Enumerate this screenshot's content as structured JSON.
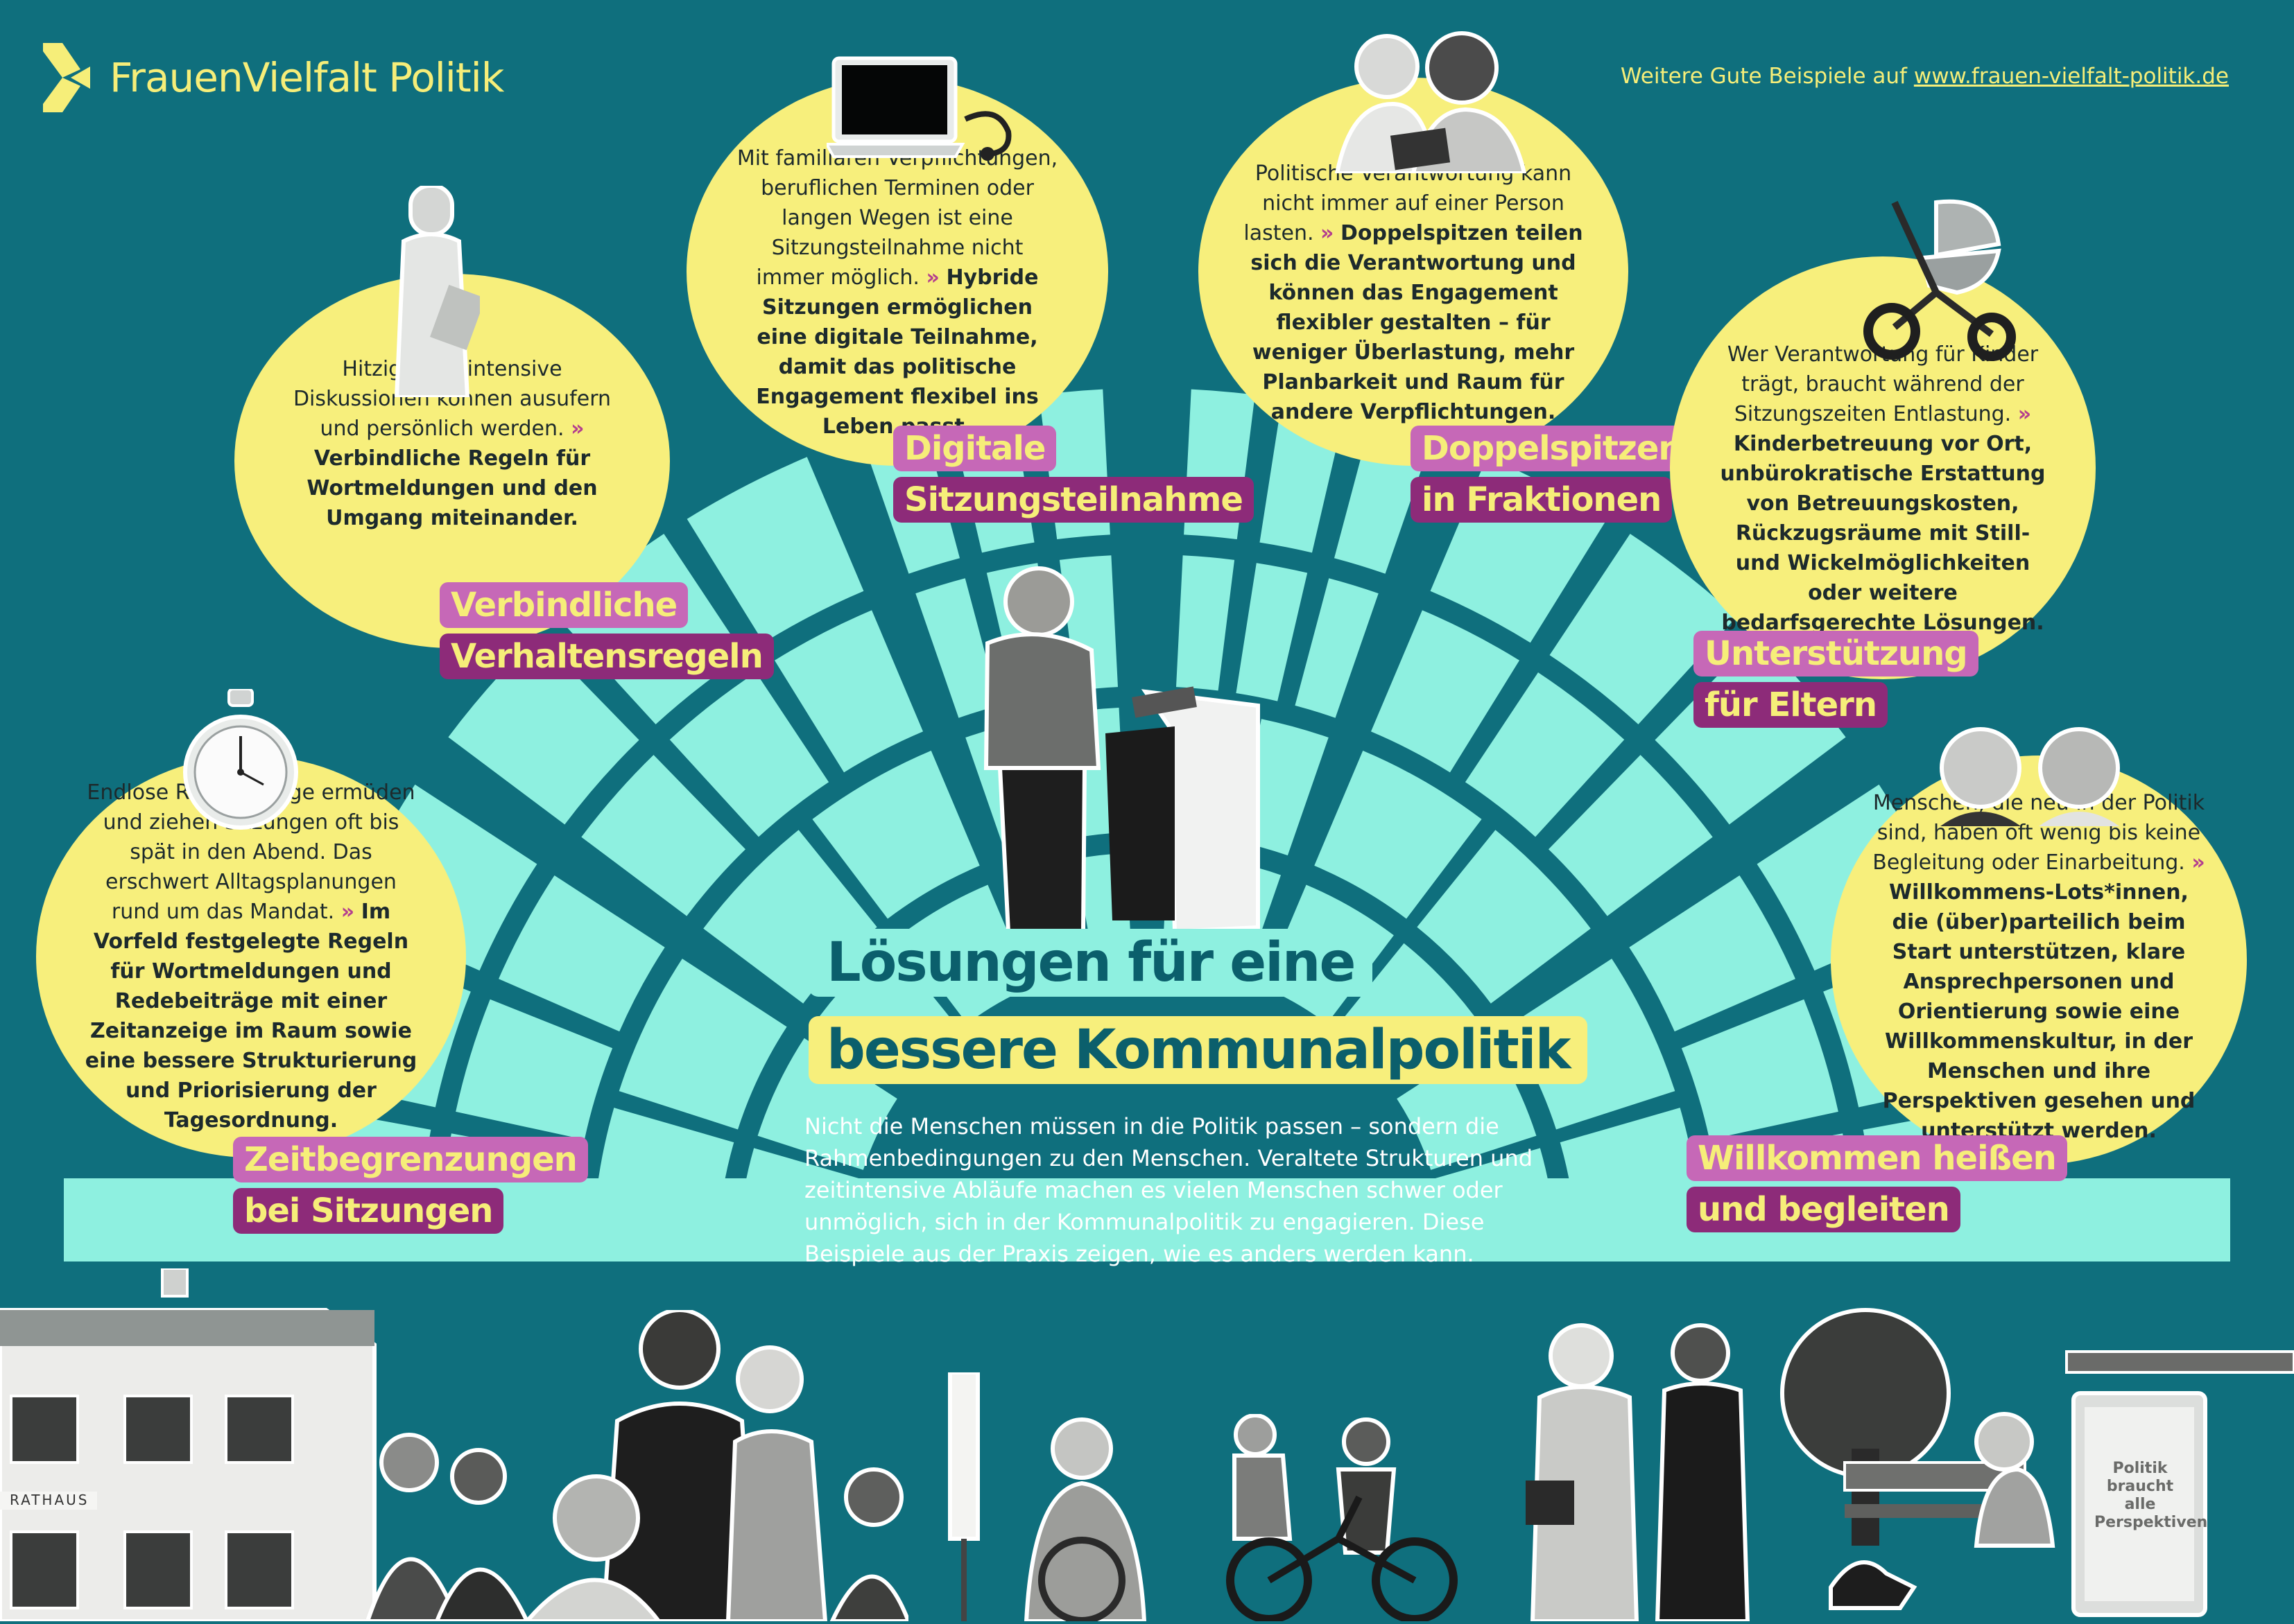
{
  "header": {
    "logo_text": "FrauenVielfalt Politik",
    "link_prefix": "Weitere Gute Beispiele auf",
    "link_url": "www.frauen-vielfalt-politik.de"
  },
  "colors": {
    "background": "#0f6f7d",
    "arch_light": "#8ef0e0",
    "bubble": "#f7ef7c",
    "tag_light": "#c668b7",
    "tag_dark": "#8d2b79",
    "tag_text": "#f6ee79",
    "headline_box": "#8ef0e0",
    "headline_box2": "#f7ef7c",
    "headline_text": "#0b5f6c"
  },
  "headline": {
    "line1": "Lösungen für eine",
    "line2": "bessere Kommunalpolitik"
  },
  "intro": "Nicht die Menschen müssen in die Politik passen – sondern die Rahmenbedingungen zu den Menschen. Veraltete Strukturen und zeitintensive Abläufe machen es vielen Menschen schwer oder unmöglich, sich in der Kommunalpolitik zu engagieren. Diese Beispiele aus der Praxis zeigen, wie es anders werden kann.",
  "cards": {
    "zeit": {
      "text": "Endlose Redebeiträge ermüden und ziehen Sitzungen oft bis spät in den Abend. Das erschwert Alltagsplanungen rund um das Mandat.",
      "arrow": "»",
      "bold": "Im Vorfeld festgelegte Regeln für Wortmeldungen und Redebeiträge mit einer Zeitanzeige im Raum sowie eine bessere Strukturierung und Priorisierung der Tagesordnung.",
      "tag1": "Zeitbegrenzungen",
      "tag2": "bei Sitzungen",
      "icon": "stopwatch-icon"
    },
    "regeln": {
      "text": "Hitzige und intensive Diskussionen können ausufern und persönlich werden.",
      "arrow": "»",
      "bold": "Verbindliche Regeln für Wortmeldungen und den Umgang miteinander.",
      "tag1": "Verbindliche",
      "tag2": "Verhaltensregeln"
    },
    "digital": {
      "text": "Mit familiären Verpflichtungen, beruflichen Terminen oder langen Wegen ist eine Sitzungsteilnahme nicht immer möglich.",
      "arrow": "»",
      "bold": "Hybride Sitzungen ermöglichen eine digitale Teilnahme, damit das politische Engagement flexibel ins Leben passt.",
      "tag1": "Digitale",
      "tag2": "Sitzungsteilnahme",
      "icon": "laptop-icon"
    },
    "doppel": {
      "text": "Politische Verantwortung kann nicht immer auf einer Person lasten.",
      "arrow": "»",
      "bold": "Doppelspitzen teilen sich die Verantwortung und können das Engagement flexibler gestalten – für weniger Überlastung, mehr Planbarkeit und Raum für andere Verpflichtungen.",
      "tag1": "Doppelspitzen",
      "tag2": "in Fraktionen"
    },
    "eltern": {
      "text": "Wer Verantwortung für Kinder trägt, braucht während der Sitzungszeiten Entlastung.",
      "arrow": "»",
      "bold": "Kinderbetreuung vor Ort, unbürokratische Erstattung von Betreuungskosten, Rückzugsräume mit Still- und Wickelmöglichkeiten oder weitere bedarfsgerechte Lösungen.",
      "tag1": "Unterstützung",
      "tag2": "für Eltern",
      "icon": "stroller-icon"
    },
    "willkommen": {
      "text": "Menschen, die neu in der Politik sind, haben oft wenig bis keine Begleitung oder Einarbeitung.",
      "arrow": "»",
      "bold": "Willkommens-Lots*innen, die (über)parteilich beim Start unterstützen, klare Ansprechpersonen und Orientierung sowie eine Willkommenskultur, in der Menschen und ihre Perspektiven gesehen und unterstützt werden.",
      "tag1": "Willkommen heißen",
      "tag2": "und begleiten"
    }
  },
  "photos": {
    "rathaus_sign": "RATHAUS",
    "billboard_text": "Politik braucht alle Perspektiven"
  }
}
